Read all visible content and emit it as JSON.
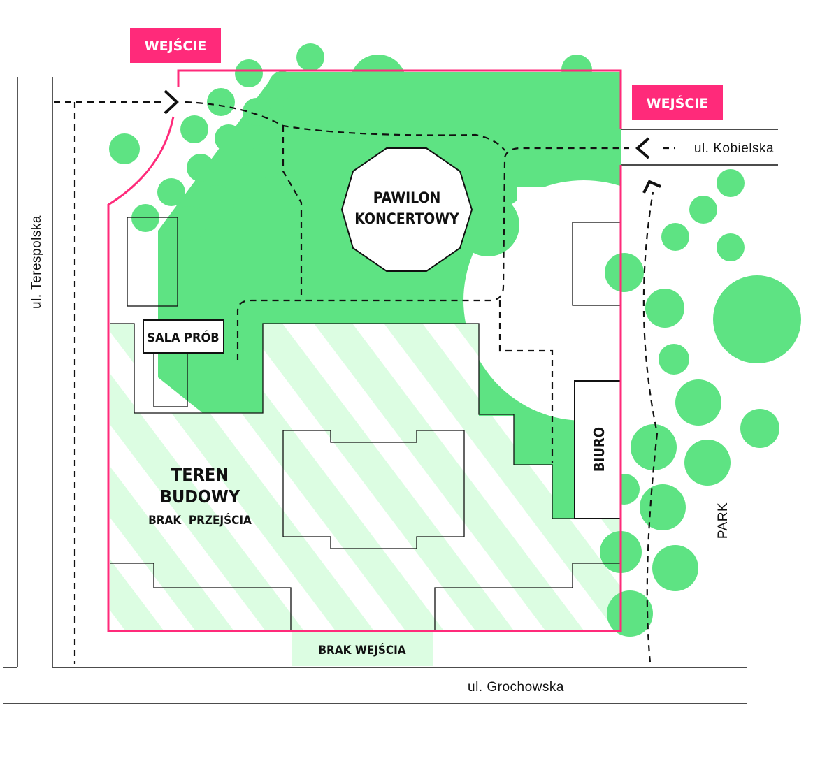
{
  "colors": {
    "tree": "#5ee383",
    "construction": "#dcfde2",
    "boundary": "#ff2a7a",
    "ink": "#111111"
  },
  "entrances": {
    "top_left": "WEJŚCIE",
    "right": "WEJŚCIE"
  },
  "streets": {
    "west": "ul. Terespolska",
    "east": "ul. Kobielska",
    "south": "ul. Grochowska",
    "park": "PARK"
  },
  "buildings": {
    "pavilion_line1": "PAWILON",
    "pavilion_line2": "KONCERTOWY",
    "rehearsal": "SALA PRÓB",
    "office": "BIURO"
  },
  "construction": {
    "line1": "TEREN",
    "line2": "BUDOWY",
    "note": "BRAK  PRZEJŚCIA"
  },
  "no_entry": "BRAK WEJŚCIA"
}
